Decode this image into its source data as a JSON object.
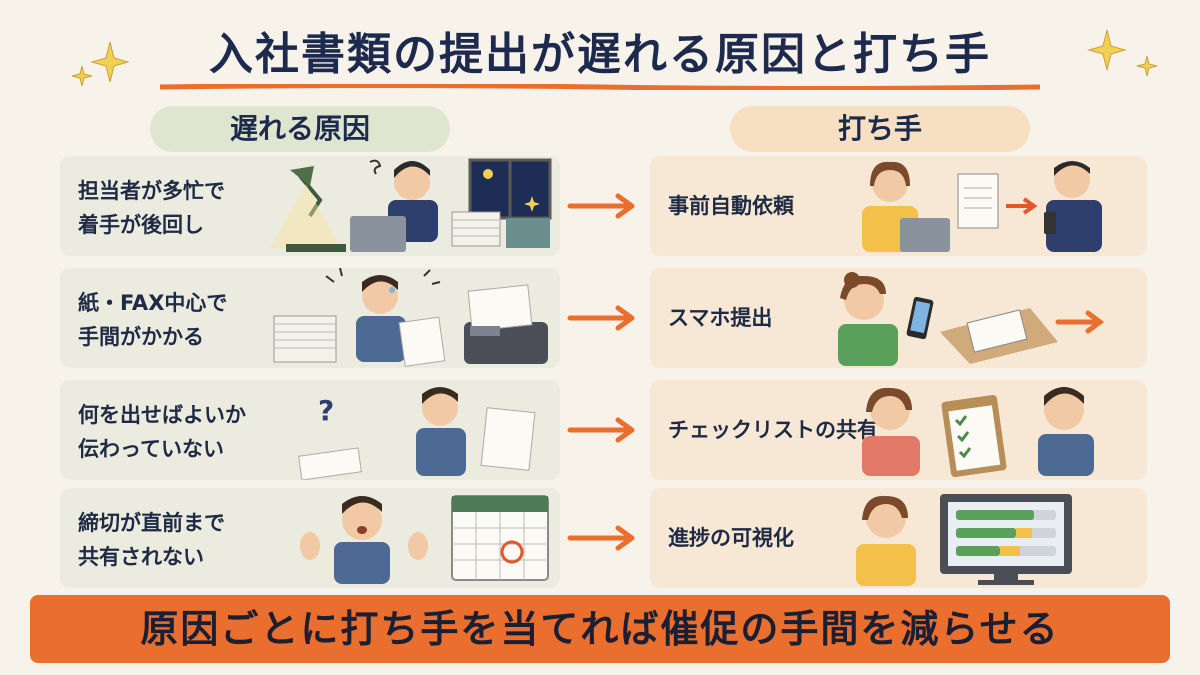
{
  "title": "入社書類の提出が遅れる原因と打ち手",
  "columns": {
    "left_header": "遅れる原因",
    "right_header": "打ち手"
  },
  "causes": [
    {
      "text": "担当者が多忙で\n着手が後回し"
    },
    {
      "text": "紙・FAX中心で\n手間がかかる"
    },
    {
      "text": "何を出せばよいか\n伝わっていない"
    },
    {
      "text": "締切が直前まで\n共有されない"
    }
  ],
  "solutions": [
    {
      "text": "事前自動依頼"
    },
    {
      "text": "スマホ提出"
    },
    {
      "text": "チェックリストの共有"
    },
    {
      "text": "進捗の可視化"
    }
  ],
  "banner": "原因ごとに打ち手を当てれば催促の手間を減らせる",
  "colors": {
    "background": "#f7f3ea",
    "accent_orange": "#ea6e2d",
    "navy": "#1d2a4d",
    "left_header_bg": "#dfe6cf",
    "right_header_bg": "#f7dfc1"
  }
}
